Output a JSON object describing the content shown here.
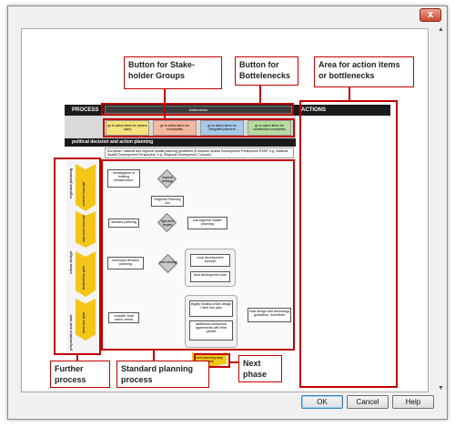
{
  "window": {
    "close_label": "x"
  },
  "diagram": {
    "process_label": "PROCESS",
    "actions_label": "ACTIONS",
    "bottlenecks_label": "bottlenecks",
    "political_label": "political decision and action planning",
    "stakeholder_buttons": [
      "go to action items for owners (user)",
      "go to action items for municipality",
      "go to action items for integrated planners",
      "go to action items for construction companies"
    ],
    "guidelines_text": "European, national and regional spatial planning guidelines (European Spatial Development Perspective ESDP, e.g. National Spatial Development Perspective, e.g. Regional Development Concept)",
    "phases": [
      "regional planning",
      "urban design",
      "preparation and land"
    ],
    "phase_steps": [
      "overall concept",
      "sub-area concept",
      "dedication plan",
      "land-use plan"
    ],
    "flow": {
      "investigation": "investigation of existing infrastructure",
      "regional_strategy": "regional strategy",
      "regional_planning": "Regional Planning Act",
      "demand_planning": "demand planning",
      "high_level_targets": "high-level targets",
      "sub_regional_plan": "sub-regional master planning",
      "municipal_demand": "municipal demand planning",
      "local_strategy": "local strategy",
      "local_concept": "local development concept",
      "land_plan": "land development plan",
      "legally_binding": "legally binding urban design / land use plan",
      "contracts": "additional contractual agreements with third parties",
      "local_design": "local design and technology guidelines, incentives",
      "consider_users": "consider local users' needs",
      "next_phase_label": "next planning step phase"
    }
  },
  "callouts": {
    "stakeholder": "Button for Stake-holder Groups",
    "bottlenecks": "Button for Bottelenecks",
    "action_area": "Area for action items or bottlenecks",
    "further": "Further process",
    "standard": "Standard planning process",
    "next": "Next phase"
  },
  "buttons": {
    "ok": "OK",
    "cancel": "Cancel",
    "help": "Help"
  }
}
